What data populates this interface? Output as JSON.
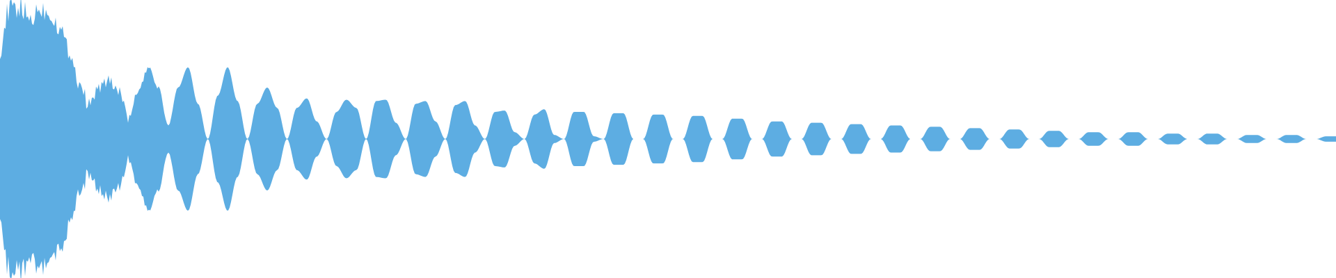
{
  "waveform": {
    "color": "#5dade2",
    "background": "#ffffff",
    "peak_amplitude": [
      0.7,
      0.95,
      0.97,
      0.88,
      0.96,
      0.93,
      0.83,
      0.65,
      0.42,
      0.25,
      0.38,
      0.43,
      0.36,
      0.15,
      0.36,
      0.52,
      0.38,
      0.1,
      0.38,
      0.53,
      0.26,
      0.0,
      0.32,
      0.53,
      0.28,
      0.0,
      0.26,
      0.38,
      0.23,
      0.0,
      0.23,
      0.3,
      0.13,
      0.0,
      0.2,
      0.29,
      0.23,
      0.0,
      0.28,
      0.29,
      0.12,
      0.0,
      0.26,
      0.28,
      0.13,
      0.0,
      0.25,
      0.28,
      0.1,
      0.0,
      0.2,
      0.21,
      0.05,
      0.0,
      0.18,
      0.22,
      0.03,
      0.0,
      0.2,
      0.2,
      0.02,
      0.0,
      0.19,
      0.19,
      0.0,
      0.0,
      0.18,
      0.18,
      0.0,
      0.0,
      0.17,
      0.17,
      0.0,
      0.0,
      0.15,
      0.15,
      0.0,
      0.0,
      0.13,
      0.13,
      0.0,
      0.0,
      0.12,
      0.12,
      0.0,
      0.0,
      0.11,
      0.11,
      0.0,
      0.0,
      0.1,
      0.1,
      0.0,
      0.0,
      0.09,
      0.09,
      0.0,
      0.0,
      0.08,
      0.08,
      0.0,
      0.0,
      0.07,
      0.07,
      0.0,
      0.0,
      0.06,
      0.06,
      0.0,
      0.0,
      0.05,
      0.05,
      0.0,
      0.0,
      0.05,
      0.05,
      0.0,
      0.0,
      0.04,
      0.04,
      0.0,
      0.0,
      0.04,
      0.04,
      0.0,
      0.0,
      0.03,
      0.03,
      0.0,
      0.0,
      0.03,
      0.03,
      0.0,
      0.0,
      0.02,
      0.02
    ]
  }
}
